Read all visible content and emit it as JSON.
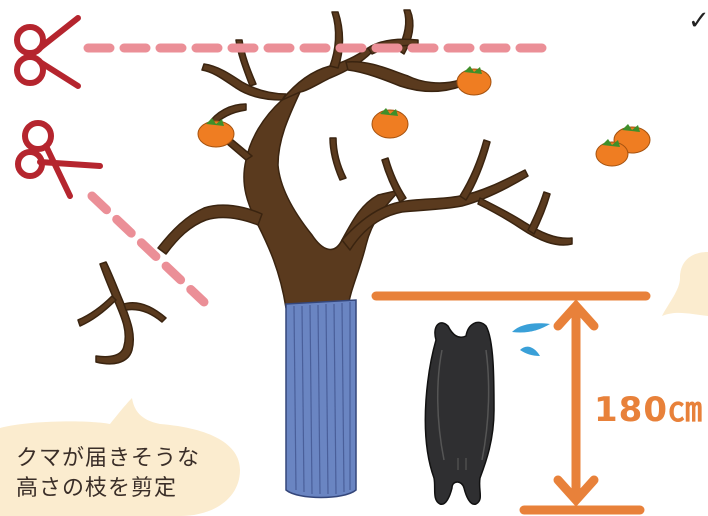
{
  "callout": {
    "line1": "クマが届きそうな",
    "line2": "高さの枝を剪定"
  },
  "height_label": "180㎝",
  "check_mark": "✓",
  "colors": {
    "trunk": "#5a3a1e",
    "wrap": "#6a85c2",
    "cut_line": "#eb8f97",
    "scissors": "#b5252e",
    "measure": "#e8813a",
    "persimmon": "#ef7d22",
    "leaf": "#3f8f2a",
    "bear": "#2f2f31",
    "callout_bg": "#fbeccf"
  },
  "icons": [
    "scissors-icon",
    "scissors-icon",
    "persimmon-icon",
    "bear-silhouette-icon",
    "water-drops-icon",
    "check-icon"
  ]
}
